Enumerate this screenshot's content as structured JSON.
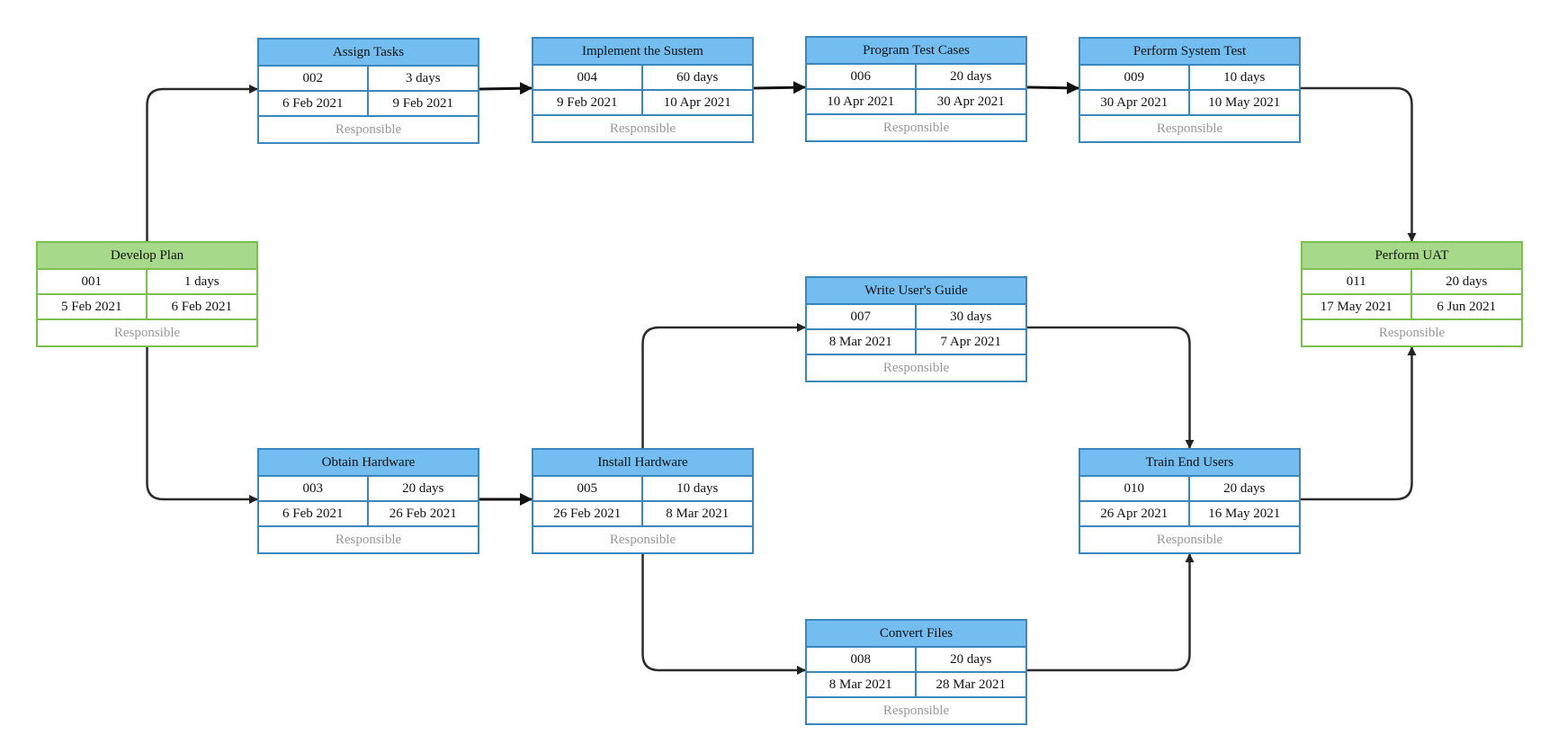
{
  "colors": {
    "blue_header": "#73bdf0",
    "blue_border": "#3a87be",
    "green_header": "#a6d98a",
    "green_border": "#7cbf4e",
    "connector": "#222222"
  },
  "tasks": [
    {
      "key": "develop-plan",
      "style": "green",
      "name": "Develop Plan",
      "id": "001",
      "duration": "1 days",
      "start": "5 Feb 2021",
      "finish": "6 Feb 2021",
      "responsible": "Responsible"
    },
    {
      "key": "assign-tasks",
      "style": "blue",
      "name": "Assign Tasks",
      "id": "002",
      "duration": "3 days",
      "start": "6 Feb 2021",
      "finish": "9 Feb 2021",
      "responsible": "Responsible"
    },
    {
      "key": "obtain-hardware",
      "style": "blue",
      "name": "Obtain Hardware",
      "id": "003",
      "duration": "20 days",
      "start": "6 Feb 2021",
      "finish": "26 Feb 2021",
      "responsible": "Responsible"
    },
    {
      "key": "implement-the-system",
      "style": "blue",
      "name": "Implement the Sustem",
      "id": "004",
      "duration": "60 days",
      "start": "9 Feb 2021",
      "finish": "10 Apr 2021",
      "responsible": "Responsible"
    },
    {
      "key": "install-hardware",
      "style": "blue",
      "name": "Install Hardware",
      "id": "005",
      "duration": "10 days",
      "start": "26 Feb 2021",
      "finish": "8 Mar 2021",
      "responsible": "Responsible"
    },
    {
      "key": "program-test-cases",
      "style": "blue",
      "name": "Program Test Cases",
      "id": "006",
      "duration": "20 days",
      "start": "10 Apr 2021",
      "finish": "30 Apr 2021",
      "responsible": "Responsible"
    },
    {
      "key": "write-users-guide",
      "style": "blue",
      "name": "Write User's Guide",
      "id": "007",
      "duration": "30 days",
      "start": "8 Mar 2021",
      "finish": "7 Apr 2021",
      "responsible": "Responsible"
    },
    {
      "key": "convert-files",
      "style": "blue",
      "name": "Convert Files",
      "id": "008",
      "duration": "20 days",
      "start": "8 Mar 2021",
      "finish": "28 Mar 2021",
      "responsible": "Responsible"
    },
    {
      "key": "perform-system-test",
      "style": "blue",
      "name": "Perform System Test",
      "id": "009",
      "duration": "10 days",
      "start": "30 Apr 2021",
      "finish": "10 May 2021",
      "responsible": "Responsible"
    },
    {
      "key": "train-end-users",
      "style": "blue",
      "name": "Train End Users",
      "id": "010",
      "duration": "20 days",
      "start": "26 Apr 2021",
      "finish": "16 May 2021",
      "responsible": "Responsible"
    },
    {
      "key": "perform-uat",
      "style": "green",
      "name": "Perform UAT",
      "id": "011",
      "duration": "20 days",
      "start": "17 May 2021",
      "finish": "6 Jun 2021",
      "responsible": "Responsible"
    }
  ],
  "dependencies": [
    {
      "from": "001",
      "to": "002"
    },
    {
      "from": "001",
      "to": "003"
    },
    {
      "from": "002",
      "to": "004"
    },
    {
      "from": "004",
      "to": "006"
    },
    {
      "from": "006",
      "to": "009"
    },
    {
      "from": "009",
      "to": "011"
    },
    {
      "from": "003",
      "to": "005"
    },
    {
      "from": "005",
      "to": "007"
    },
    {
      "from": "005",
      "to": "008"
    },
    {
      "from": "007",
      "to": "010"
    },
    {
      "from": "008",
      "to": "010"
    },
    {
      "from": "010",
      "to": "011"
    }
  ]
}
